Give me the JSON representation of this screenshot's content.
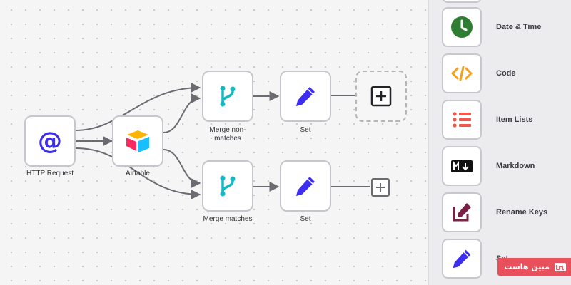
{
  "workflow": {
    "nodes": {
      "http_request": {
        "label": "HTTP Request",
        "icon": "at-icon"
      },
      "airtable": {
        "label": "Airtable",
        "icon": "airtable-logo-icon"
      },
      "merge_non_matches": {
        "label": "Merge non-\nmatches",
        "icon": "merge-branch-icon"
      },
      "set_top": {
        "label": "Set",
        "icon": "pencil-icon"
      },
      "merge_matches": {
        "label": "Merge matches",
        "icon": "merge-branch-icon"
      },
      "set_bottom": {
        "label": "Set",
        "icon": "pencil-icon"
      }
    },
    "add_icon": "plus-square-icon"
  },
  "panel": {
    "items": [
      {
        "label": "",
        "icon": "node-icon"
      },
      {
        "label": "Date & Time",
        "icon": "clock-icon",
        "color": "#2f7d32"
      },
      {
        "label": "Code",
        "icon": "code-icon",
        "color": "#f59f1b"
      },
      {
        "label": "Item Lists",
        "icon": "list-icon",
        "color": "#f2574b"
      },
      {
        "label": "Markdown",
        "icon": "markdown-icon",
        "color": "#111111"
      },
      {
        "label": "Rename Keys",
        "icon": "edit-square-icon",
        "color": "#7a2046"
      },
      {
        "label": "Set",
        "icon": "pencil-icon",
        "color": "#3d2df0"
      }
    ]
  },
  "watermark": {
    "text": "مبین هاست",
    "logo": "host-logo-icon"
  },
  "colors": {
    "accent_blue": "#3d2df0",
    "merge_teal": "#17b8c4",
    "edge": "#6b6b72",
    "node_border": "#c6c6cc",
    "watermark": "#e8505b"
  }
}
